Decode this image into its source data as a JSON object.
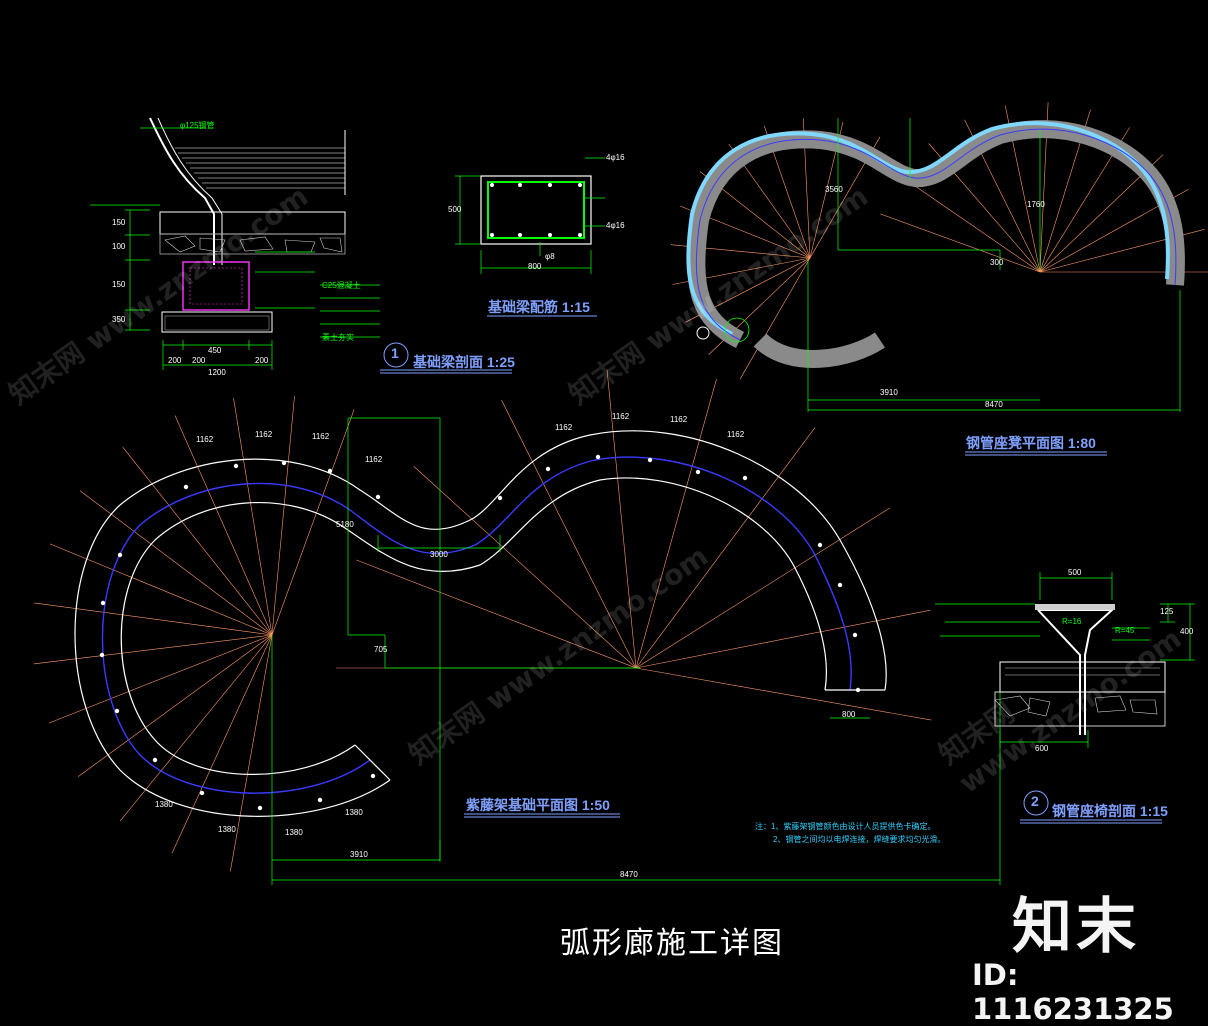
{
  "main_title": "弧形廊施工详图",
  "brand": {
    "logo_text": "知末",
    "id_text": "ID: 1116231325"
  },
  "watermarks": [
    "知末网 www.znzmo.com"
  ],
  "drawings": {
    "beam_section": {
      "number": "1",
      "title": "基础梁剖面 1:25",
      "dims": [
        "200",
        "450",
        "200",
        "200",
        "1200",
        "150",
        "100",
        "150",
        "350"
      ],
      "labels": [
        "φ125钢管",
        "C25混凝土",
        "素土夯实"
      ]
    },
    "beam_rebar": {
      "title": "基础梁配筋 1:15",
      "dims": [
        "500",
        "800",
        "4φ16",
        "φ8",
        "4φ16"
      ]
    },
    "bench_plan": {
      "title": "钢管座凳平面图 1:80",
      "dims": [
        "3910",
        "8470",
        "3560",
        "1760",
        "300"
      ]
    },
    "pergola_foundation": {
      "title": "紫藤架基础平面图 1:50",
      "dims": [
        "1162",
        "1162",
        "1162",
        "1162",
        "1162",
        "1162",
        "1162",
        "1162",
        "1380",
        "1380",
        "1380",
        "1380",
        "3000",
        "5180",
        "3910",
        "8470",
        "800",
        "705"
      ]
    },
    "bench_section": {
      "number": "2",
      "title": "钢管座椅剖面 1:15",
      "dims": [
        "500",
        "600",
        "125",
        "400",
        "R=16",
        "R=45"
      ]
    },
    "notes": [
      "注：1、紫藤架钢管颜色由设计人员提供色卡确定。",
      "2、钢管之间均以电焊连接，焊缝要求均匀光滑。"
    ]
  },
  "colors": {
    "background": "#000000",
    "guide_line": "#ff9a66",
    "dimension": "#00ff00",
    "beam_outline": "#ffffff",
    "inner_track": "#3a3aff",
    "highlight_band": "#7fd8ff",
    "concrete": "#cfcfcf",
    "rebar_box": "#00ff00",
    "title_text": "#7fa0ff"
  }
}
